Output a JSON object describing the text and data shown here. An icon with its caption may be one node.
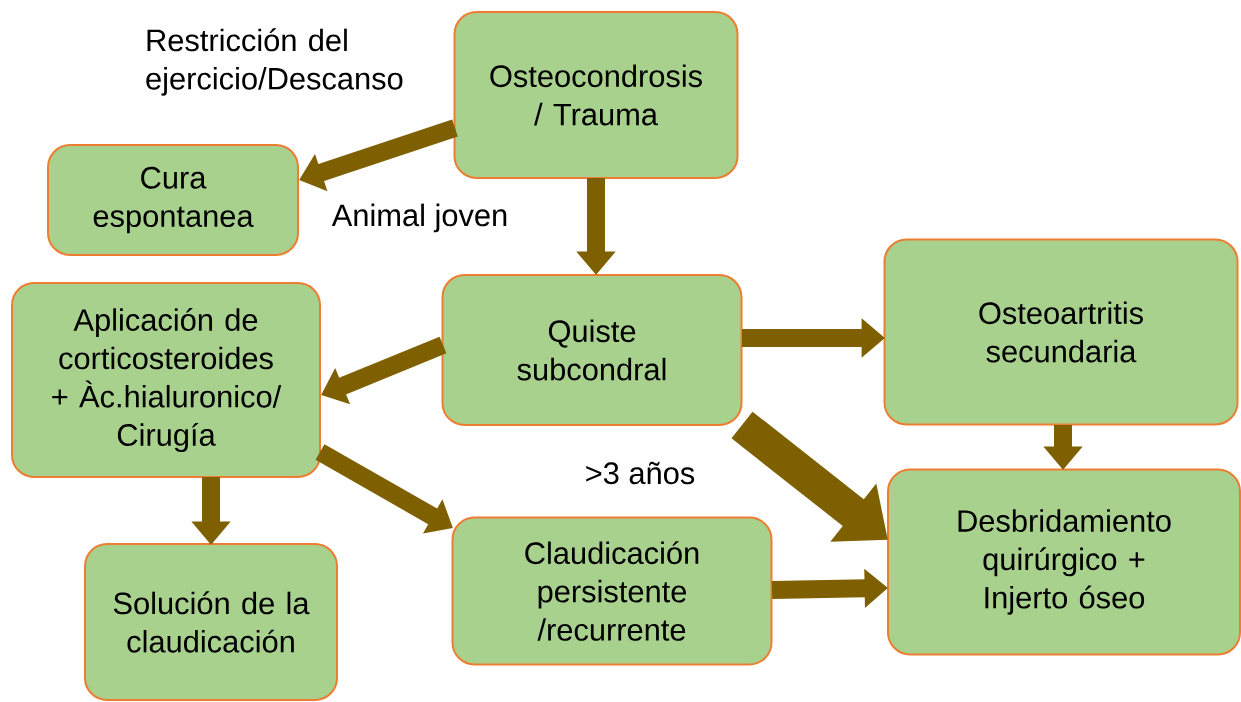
{
  "diagram": {
    "nodes": [
      {
        "text": [
          "Osteocondrosis / Trauma"
        ]
      },
      {
        "text": [
          "Cura espontanea"
        ]
      },
      {
        "text": [
          "Quiste subcondral"
        ]
      },
      {
        "text": [
          "Osteoartritis secundaria"
        ]
      },
      {
        "text": [
          "Aplicación de corticosteroides + Àc.hialuronico/ Cirugía"
        ]
      },
      {
        "text": [
          "Solución de la claudicación"
        ]
      },
      {
        "text": [
          "Claudicación persistente /recurrente"
        ]
      },
      {
        "text": [
          "Desbridamiento quirúrgico + Injerto óseo"
        ]
      }
    ],
    "edges": [
      {
        "from": 0,
        "to": 1,
        "arrow": "to",
        "label": "Restricción del ejercicio/Descanso"
      },
      {
        "from": 0,
        "to": 2,
        "arrow": "to"
      },
      {
        "from": 2,
        "to": 4,
        "arrow": "to"
      },
      {
        "from": 2,
        "to": 3,
        "arrow": "to"
      },
      {
        "from": 2,
        "to": 7,
        "arrow": "to",
        "style": "thick"
      },
      {
        "from": 3,
        "to": 7,
        "arrow": "to"
      },
      {
        "from": 4,
        "to": 5,
        "arrow": "to"
      },
      {
        "from": 4,
        "to": 6,
        "arrow": "to"
      },
      {
        "from": 6,
        "to": 7,
        "arrow": "to"
      }
    ],
    "labels": [
      "Animal joven",
      ">3 años"
    ]
  }
}
